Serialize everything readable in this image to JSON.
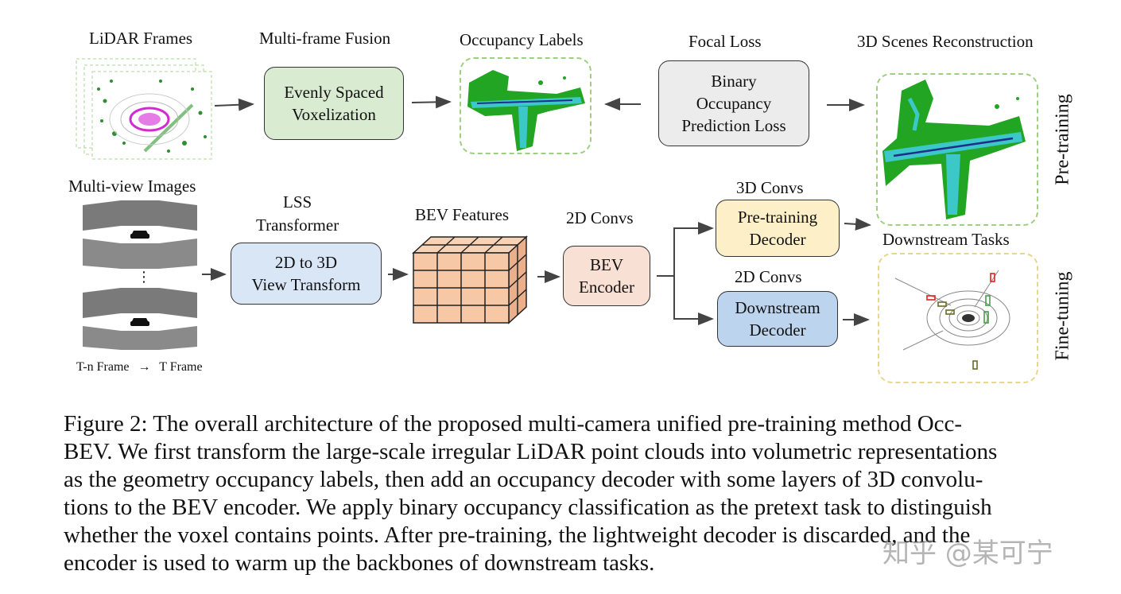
{
  "top_row": {
    "lidar_frames": "LiDAR Frames",
    "multi_frame_fusion": "Multi-frame Fusion",
    "voxelization": [
      "Evenly Spaced",
      "Voxelization"
    ],
    "occupancy_labels": "Occupancy Labels",
    "focal_loss": "Focal Loss",
    "binary_loss": [
      "Binary",
      "Occupancy",
      "Prediction Loss"
    ],
    "scenes_reconstruction": "3D Scenes Reconstruction",
    "pre_training": "Pre-training"
  },
  "bottom_row": {
    "multi_view_images": "Multi-view Images",
    "frame_from": "T-n Frame",
    "frame_to": "T Frame",
    "lss_transformer": [
      "LSS",
      "Transformer"
    ],
    "view_transform": [
      "2D to 3D",
      "View Transform"
    ],
    "bev_features": "BEV Features",
    "convs_2d": "2D Convs",
    "bev_encoder": [
      "BEV",
      "Encoder"
    ],
    "convs_3d_top": "3D Convs",
    "pretraining_decoder": [
      "Pre-training",
      "Decoder"
    ],
    "convs_2d_bottom": "2D Convs",
    "downstream_decoder": [
      "Downstream",
      "Decoder"
    ],
    "downstream_tasks": "Downstream Tasks",
    "fine_tuning": "Fine-tuning"
  },
  "caption": [
    "Figure 2: The overall architecture of the proposed multi-camera unified pre-training method Occ-",
    "BEV. We first transform the large-scale irregular LiDAR point clouds into volumetric representations",
    "as the geometry occupancy labels, then add an occupancy decoder with some layers of 3D convolu-",
    "tions to the BEV encoder. We apply binary occupancy classification as the pretext task to distinguish",
    "whether the voxel contains points. After pre-training, the lightweight decoder is discarded, and the",
    "encoder is used to warm up the backbones of downstream tasks."
  ],
  "watermark": "知乎 @某可宁",
  "colors": {
    "voxelization_fill": "#d9ecd2",
    "loss_fill": "#ececec",
    "view_transform_fill": "#d8e6f6",
    "bev_encoder_fill": "#f9e0d4",
    "pretraining_decoder_fill": "#fdf0c8",
    "downstream_decoder_fill": "#bdd4ee",
    "cube_fill": "#f6c8a6",
    "occupancy_green": "#22a522",
    "occupancy_cyan": "#3cc8c8"
  }
}
